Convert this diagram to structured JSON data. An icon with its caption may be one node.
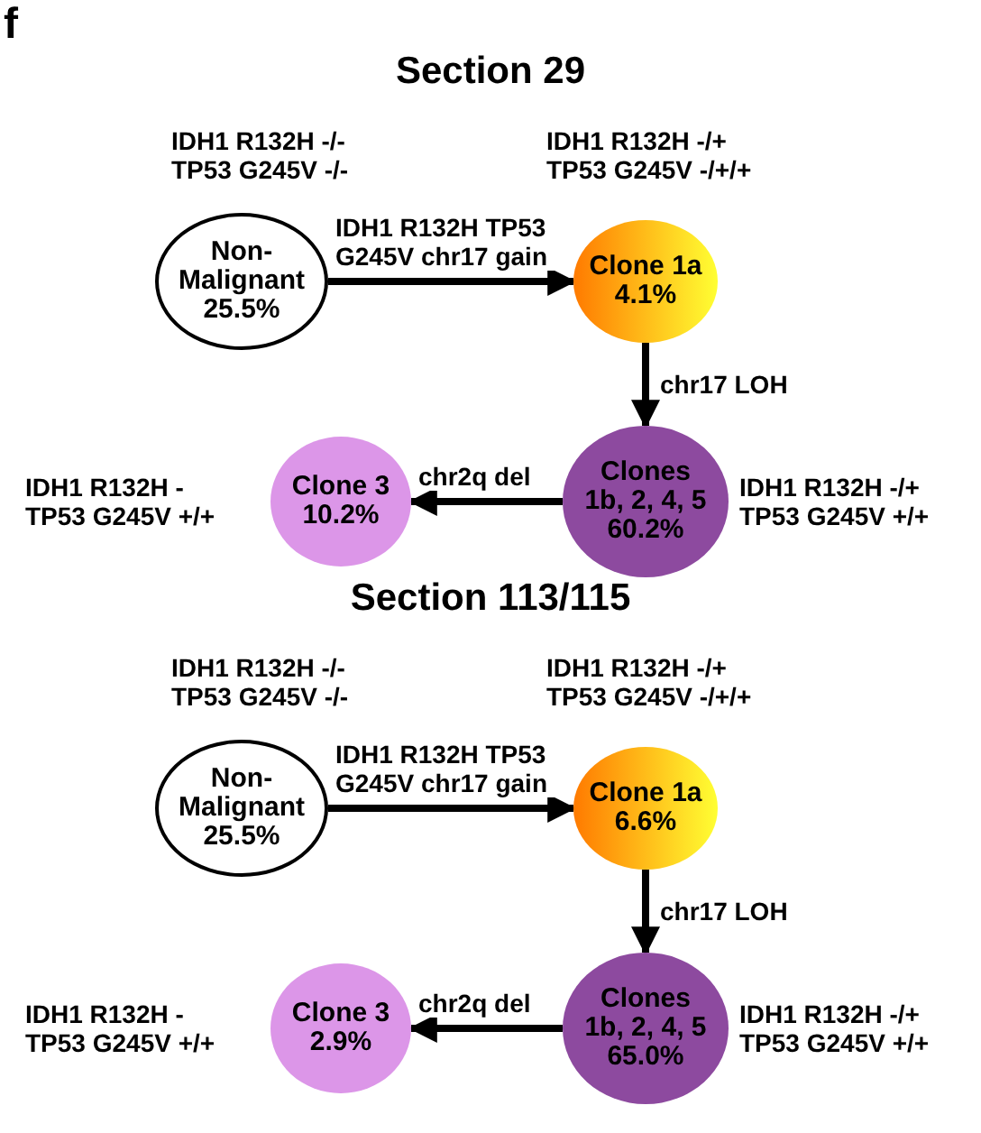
{
  "diagram": {
    "nodes": [
      {
        "text": [
          "Non-Malignant 25.5%"
        ],
        "beside": [
          "IDH1 R132H -/- TP53 G245V -/-"
        ]
      },
      {
        "text": [
          "Clone 1a 4.1%"
        ],
        "beside": [
          "IDH1 R132H -/+ TP53 G245V -/+/+"
        ]
      },
      {
        "text": [
          "Clones 1b, 2, 4, 5 60.2%"
        ],
        "beside": [
          "IDH1 R132H -/+ TP53 G245V +/+"
        ]
      },
      {
        "text": [
          "Clone 3 10.2%"
        ],
        "beside": [
          "IDH1 R132H - TP53 G245V +/+"
        ]
      },
      {
        "text": [
          "Non-Malignant 25.5%"
        ],
        "beside": [
          "IDH1 R132H -/- TP53 G245V -/-"
        ]
      },
      {
        "text": [
          "Clone 1a 6.6%"
        ],
        "beside": [
          "IDH1 R132H -/+ TP53 G245V -/+/+"
        ]
      },
      {
        "text": [
          "Clones 1b, 2, 4, 5 65.0%"
        ],
        "beside": [
          "IDH1 R132H -/+ TP53 G245V +/+"
        ]
      },
      {
        "text": [
          "Clone 3 2.9%"
        ],
        "beside": [
          "IDH1 R132H - TP53 G245V +/+"
        ]
      }
    ],
    "edges": [
      {
        "from": 0,
        "to": 1,
        "arrow": "to",
        "label": "IDH1 R132H TP53 G245V chr17 gain"
      },
      {
        "from": 1,
        "to": 2,
        "arrow": "to",
        "label": "chr17 LOH"
      },
      {
        "from": 2,
        "to": 3,
        "arrow": "to",
        "label": "chr2q del"
      },
      {
        "from": 4,
        "to": 5,
        "arrow": "to",
        "label": "IDH1 R132H TP53 G245V chr17 gain"
      },
      {
        "from": 5,
        "to": 6,
        "arrow": "to",
        "label": "chr17 LOH"
      },
      {
        "from": 6,
        "to": 7,
        "arrow": "to",
        "label": "chr2q del"
      }
    ],
    "labels": [
      "f",
      "Section 29",
      "Section 113/115"
    ]
  }
}
